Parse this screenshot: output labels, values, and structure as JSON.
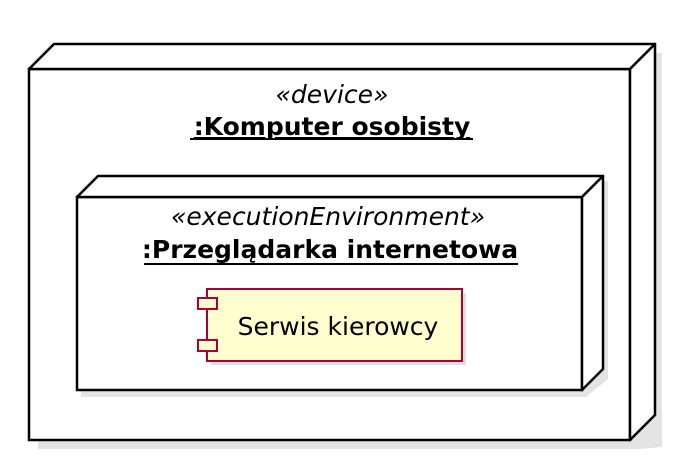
{
  "diagram": {
    "outer_node": {
      "stereotype": "«device»",
      "title": ":Komputer osobisty"
    },
    "inner_node": {
      "stereotype": "«executionEnvironment»",
      "title": ":Przeglądarka internetowa"
    },
    "component": {
      "label": "Serwis kierowcy"
    }
  },
  "colors": {
    "node_fill": "#ffffff",
    "node_stroke": "#000000",
    "shadow": "#c8c8c8",
    "component_fill": "#fefece",
    "component_stroke": "#a80036"
  }
}
